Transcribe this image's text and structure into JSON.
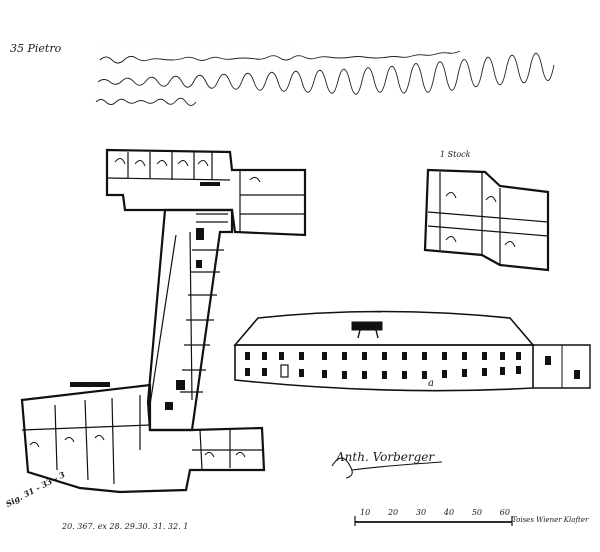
{
  "sheet_number": "35 Pietro",
  "heading_lines": [
    "Plan der im zwischenstock lebende wegebrauch",
    "Bei den in eingebauten ausgangen nach der Richtung der",
    "a b c d e f g h i k l m n o p"
  ],
  "floor_caption": "1 Stock",
  "elevation_label": "a",
  "signature": "Anth. Vorberger",
  "scale_ticks": [
    "10",
    "20",
    "30",
    "40",
    "50",
    "60"
  ],
  "scale_unit": "Toises Wiener Klafter",
  "catalog_number": "Sig. 31 - 33 - 3",
  "bottom_note": "20. 367. ex 28. 29.30. 31. 32. 1"
}
